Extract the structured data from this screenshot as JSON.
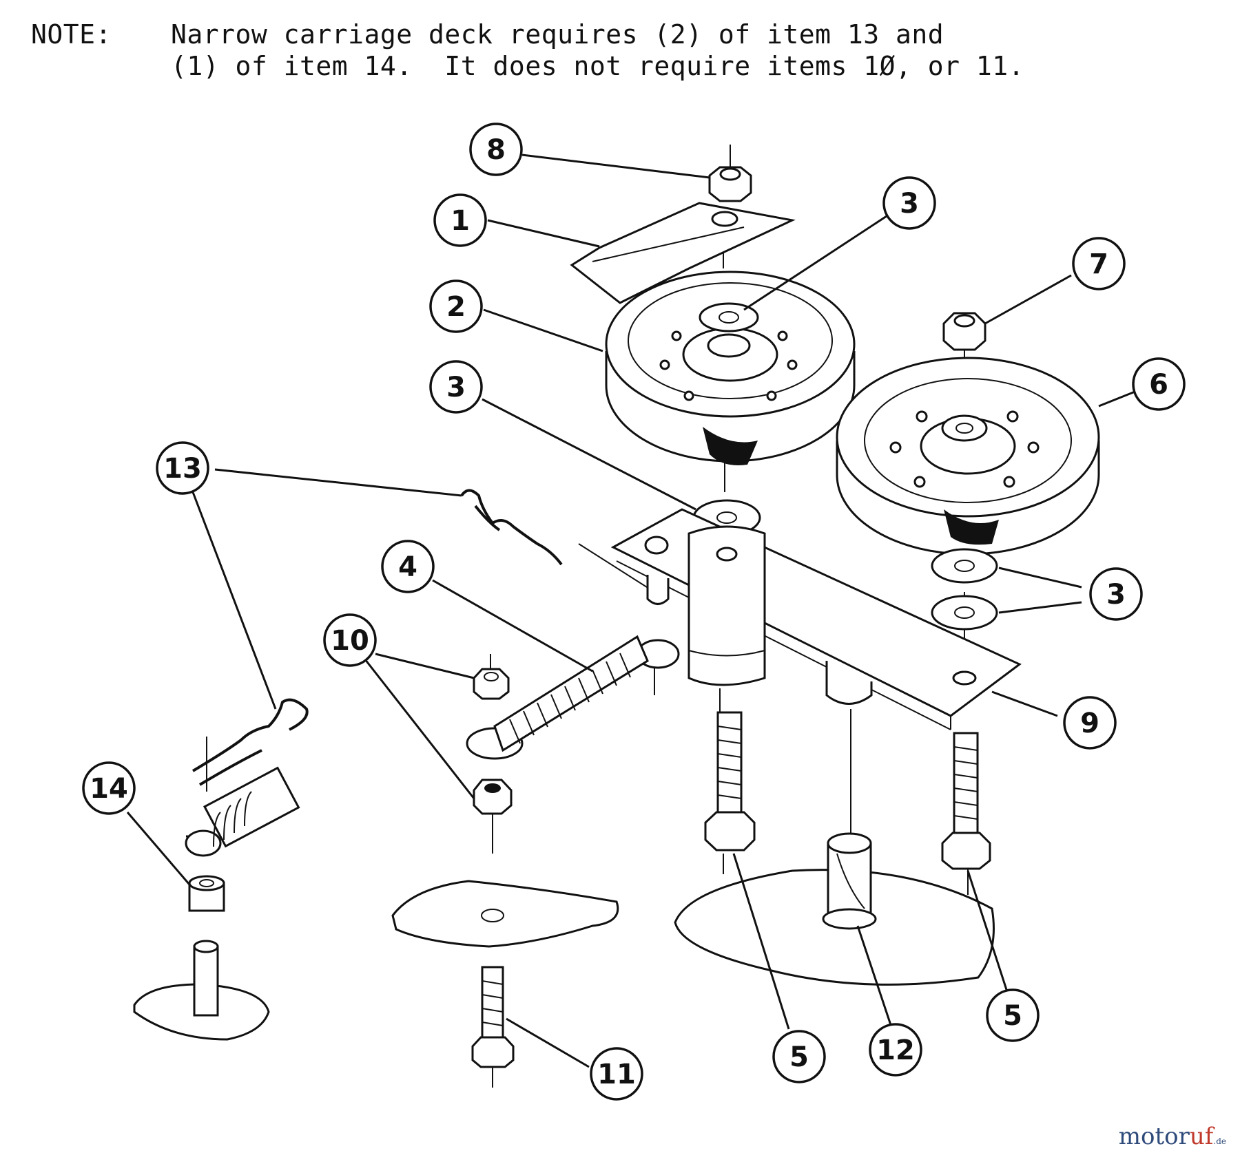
{
  "note": {
    "label": "NOTE:",
    "line1": "Narrow carriage deck requires (2) of item 13 and",
    "line2": "(1) of item 14.  It does not require items 1Ø, or 11."
  },
  "callouts": [
    {
      "id": "c8",
      "label": "8"
    },
    {
      "id": "c1",
      "label": "1"
    },
    {
      "id": "c3a",
      "label": "3"
    },
    {
      "id": "c7",
      "label": "7"
    },
    {
      "id": "c2",
      "label": "2"
    },
    {
      "id": "c6",
      "label": "6"
    },
    {
      "id": "c3b",
      "label": "3"
    },
    {
      "id": "c13",
      "label": "13"
    },
    {
      "id": "c4",
      "label": "4"
    },
    {
      "id": "c3c",
      "label": "3"
    },
    {
      "id": "c10",
      "label": "10"
    },
    {
      "id": "c9",
      "label": "9"
    },
    {
      "id": "c14",
      "label": "14"
    },
    {
      "id": "c5a",
      "label": "5"
    },
    {
      "id": "c12",
      "label": "12"
    },
    {
      "id": "c5b",
      "label": "5"
    },
    {
      "id": "c11",
      "label": "11"
    }
  ],
  "watermark": {
    "part1": "motor",
    "part2": "uf",
    "suffix": ".de"
  }
}
